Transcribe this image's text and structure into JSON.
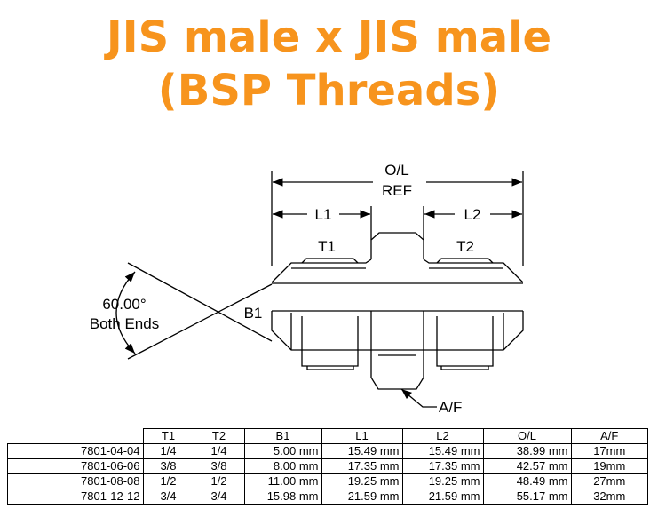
{
  "title": {
    "line1": "JIS male x JIS male",
    "line2": "(BSP Threads)"
  },
  "colors": {
    "title": "#f7941d",
    "ink": "#000000"
  },
  "drawing": {
    "ol_label": "O/L",
    "ref_label": "REF",
    "l1_label": "L1",
    "l2_label": "L2",
    "t1_label": "T1",
    "t2_label": "T2",
    "b1_label": "B1",
    "angle_label": "60.00°",
    "ends_label": "Both Ends",
    "af_label": "A/F"
  },
  "table": {
    "headers": [
      "",
      "T1",
      "T2",
      "B1",
      "L1",
      "L2",
      "O/L",
      "A/F"
    ],
    "rows": [
      [
        "7801-04-04",
        "1/4",
        "1/4",
        "5.00 mm",
        "15.49 mm",
        "15.49 mm",
        "38.99 mm",
        "17mm"
      ],
      [
        "7801-06-06",
        "3/8",
        "3/8",
        "8.00 mm",
        "17.35 mm",
        "17.35 mm",
        "42.57 mm",
        "19mm"
      ],
      [
        "7801-08-08",
        "1/2",
        "1/2",
        "11.00 mm",
        "19.25 mm",
        "19.25 mm",
        "48.49 mm",
        "27mm"
      ],
      [
        "7801-12-12",
        "3/4",
        "3/4",
        "15.98 mm",
        "21.59 mm",
        "21.59 mm",
        "55.17 mm",
        "32mm"
      ]
    ]
  }
}
